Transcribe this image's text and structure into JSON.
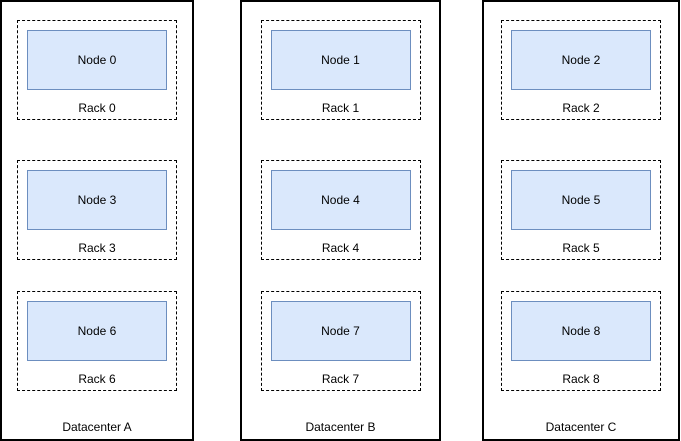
{
  "diagram": {
    "datacenters": [
      {
        "label": "Datacenter A",
        "racks": [
          {
            "label": "Rack 0",
            "node": "Node 0"
          },
          {
            "label": "Rack 3",
            "node": "Node 3"
          },
          {
            "label": "Rack 6",
            "node": "Node 6"
          }
        ]
      },
      {
        "label": "Datacenter B",
        "racks": [
          {
            "label": "Rack 1",
            "node": "Node 1"
          },
          {
            "label": "Rack 4",
            "node": "Node 4"
          },
          {
            "label": "Rack 7",
            "node": "Node 7"
          }
        ]
      },
      {
        "label": "Datacenter C",
        "racks": [
          {
            "label": "Rack 2",
            "node": "Node 2"
          },
          {
            "label": "Rack 5",
            "node": "Node 5"
          },
          {
            "label": "Rack 8",
            "node": "Node 8"
          }
        ]
      }
    ],
    "colors": {
      "node_fill": "#dae8fc",
      "node_border": "#6c8ebf",
      "rack_border": "#000000",
      "datacenter_border": "#000000",
      "background": "#ffffff",
      "text": "#000000"
    }
  }
}
